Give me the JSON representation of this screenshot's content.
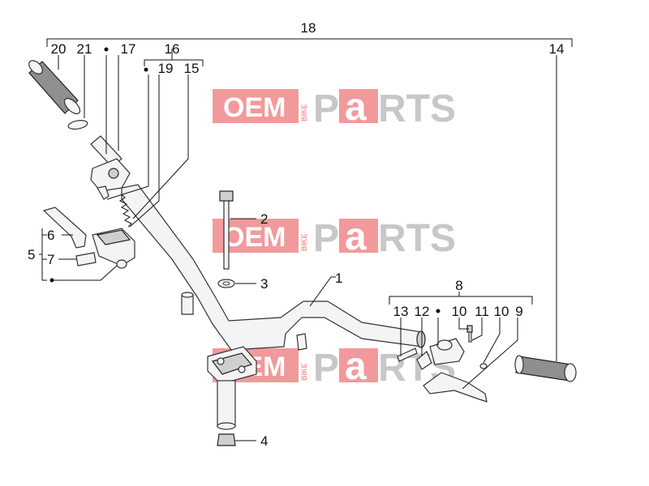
{
  "diagram": {
    "callouts": [
      {
        "id": "c1",
        "label": "1"
      },
      {
        "id": "c2",
        "label": "2"
      },
      {
        "id": "c3",
        "label": "3"
      },
      {
        "id": "c4",
        "label": "4"
      },
      {
        "id": "c5",
        "label": "5"
      },
      {
        "id": "c6",
        "label": "6"
      },
      {
        "id": "c7",
        "label": "7"
      },
      {
        "id": "c8",
        "label": "8"
      },
      {
        "id": "c9",
        "label": "9"
      },
      {
        "id": "c10a",
        "label": "10"
      },
      {
        "id": "c10b",
        "label": "10"
      },
      {
        "id": "c11",
        "label": "11"
      },
      {
        "id": "c12",
        "label": "12"
      },
      {
        "id": "c13",
        "label": "13"
      },
      {
        "id": "c14",
        "label": "14"
      },
      {
        "id": "c15",
        "label": "15"
      },
      {
        "id": "c16",
        "label": "16"
      },
      {
        "id": "c17",
        "label": "17"
      },
      {
        "id": "c18",
        "label": "18"
      },
      {
        "id": "c19",
        "label": "19"
      },
      {
        "id": "c20",
        "label": "20"
      },
      {
        "id": "c21",
        "label": "21"
      }
    ],
    "watermark": {
      "oem": "OEM",
      "bike": "BIKE",
      "parts_p": "P",
      "parts_a": "a",
      "parts_rest": "RTS"
    },
    "colors": {
      "watermark_red": "#e8474b",
      "watermark_gray": "#9a9a9a",
      "line": "#111111"
    }
  }
}
